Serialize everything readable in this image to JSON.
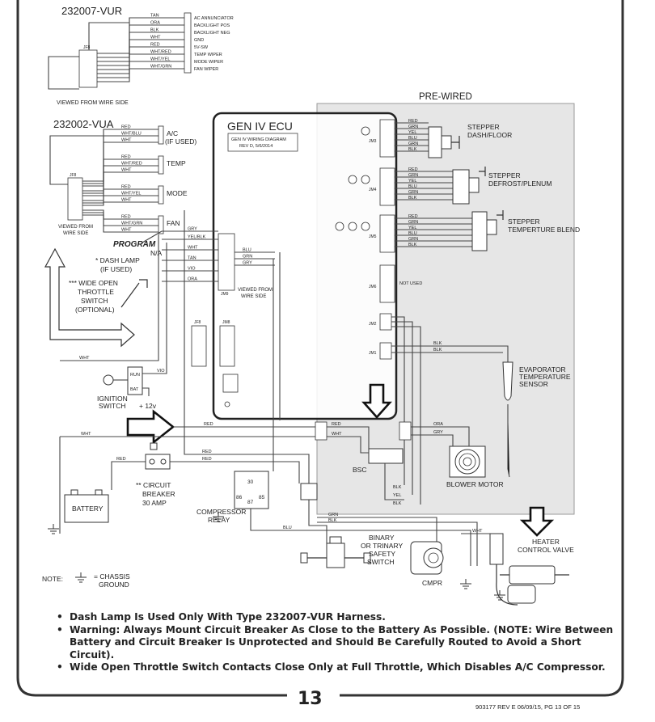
{
  "headers": {
    "vur": "232007-VUR",
    "vua": "232002-VUA",
    "prewired": "PRE-WIRED",
    "ecu": "GEN IV ECU",
    "ecu_box_line1": "GEN IV WIRING DIAGRAM",
    "ecu_box_line2": "REV D, 5/6/2014"
  },
  "vur": {
    "wires": [
      "TAN",
      "ORA",
      "BLK",
      "WHT",
      "RED",
      "WHT/RED",
      "WHT/YEL",
      "WHT/GRN"
    ],
    "functions": [
      "AC ANNUNCIATOR",
      "BACKLIGHT POS",
      "BACKLIGHT NEG",
      "GND",
      "5V-SW",
      "TEMP WIPER",
      "MODE WIPER",
      "FAN WIPER"
    ],
    "connector": "JF8",
    "view": "VIEWED FROM WIRE SIDE"
  },
  "vua": {
    "connector": "JF8",
    "view_1": "VIEWED FROM",
    "view_2": "WIRE SIDE",
    "groups": [
      {
        "name_1": "A/C",
        "name_2": "(IF USED)",
        "wires": [
          "RED",
          "WHT/BLU",
          "WHT"
        ]
      },
      {
        "name_1": "TEMP",
        "name_2": "",
        "wires": [
          "RED",
          "WHT/RED",
          "WHT"
        ]
      },
      {
        "name_1": "MODE",
        "name_2": "",
        "wires": [
          "RED",
          "WHT/YEL",
          "WHT"
        ]
      },
      {
        "name_1": "FAN",
        "name_2": "",
        "wires": [
          "RED",
          "WHT/GRN",
          "WHT"
        ]
      }
    ]
  },
  "left": {
    "program": "PROGRAM",
    "na": "N/A",
    "dash_lamp_1": "* DASH LAMP",
    "dash_lamp_2": "(IF USED)",
    "wot_1": "*** WIDE OPEN",
    "wot_2": "THROTTLE",
    "wot_3": "SWITCH",
    "wot_4": "(OPTIONAL)",
    "ignition_1": "IGNITION",
    "ignition_2": "SWITCH",
    "run": "RUN",
    "bat": "BAT",
    "plus12": "+ 12v",
    "battery": "BATTERY",
    "breaker_1": "** CIRCUIT",
    "breaker_2": "BREAKER",
    "breaker_3": "30 AMP",
    "relay_1": "COMPRESSOR",
    "relay_2": "RELAY",
    "relay_pins": [
      "30",
      "86",
      "87",
      "85"
    ],
    "note": "NOTE:",
    "chassis_1": "= CHASSIS",
    "chassis_2": "GROUND"
  },
  "ecu": {
    "jm9_wires_left": [
      "GRY",
      "YEL/BLK",
      "WHT",
      "TAN",
      "VIO",
      "ORA"
    ],
    "jm9_wires_right": [
      "BLU",
      "GRN",
      "GRY"
    ],
    "jm9": "JM9",
    "view_1": "VIEWED FROM",
    "view_2": "WIRE SIDE",
    "jf8": "JF8",
    "jm8": "JM8"
  },
  "prewired": {
    "jm3": "JM3",
    "jm4": "JM4",
    "jm5": "JM5",
    "jm6": "JM6",
    "jm2": "JM2",
    "jm1": "JM1",
    "jm3_wires": [
      "RED",
      "GRN",
      "YEL",
      "BLU",
      "GRN",
      "BLK"
    ],
    "jm4_wires": [
      "RED",
      "GRN",
      "YEL",
      "BLU",
      "GRN",
      "BLK"
    ],
    "jm5_wires": [
      "RED",
      "GRN",
      "YEL",
      "BLU",
      "GRN",
      "BLK"
    ],
    "not_used": "NOT USED",
    "blk": "BLK",
    "stepper1_1": "STEPPER",
    "stepper1_2": "DASH/FLOOR",
    "stepper2_1": "STEPPER",
    "stepper2_2": "DEFROST/PLENUM",
    "stepper3_1": "STEPPER",
    "stepper3_2": "TEMPERTURE BLEND",
    "evap_1": "EVAPORATOR",
    "evap_2": "TEMPERATURE",
    "evap_3": "SENSOR",
    "bsc": "BSC",
    "bsc_wires_in": [
      "RED",
      "WHT"
    ],
    "bsc_wires_out": [
      "ORA",
      "GRY"
    ],
    "bsc_wires_down": [
      "BLK",
      "YEL",
      "BLK"
    ],
    "blower": "BLOWER MOTOR"
  },
  "bottom": {
    "wires": [
      "RED",
      "WHT",
      "RED",
      "RED",
      "BLU",
      "GRN",
      "BLK",
      "WHT",
      "VIO",
      "WHT"
    ],
    "binary_1": "BINARY",
    "binary_2": "OR TRINARY",
    "binary_3": "SAFETY",
    "binary_4": "SWITCH",
    "cmpr": "CMPR",
    "heater_1": "HEATER",
    "heater_2": "CONTROL VALVE"
  },
  "notes": [
    "Dash Lamp Is Used Only With Type 232007-VUR Harness.",
    "Warning: Always Mount Circuit Breaker As Close to the Battery As Possible. (NOTE: Wire Between Battery and Circuit Breaker Is Unprotected and Should Be Carefully Routed to Avoid a Short Circuit).",
    "Wide Open Throttle Switch Contacts Close Only at Full Throttle, Which Disables A/C Compressor."
  ],
  "page_number": "13",
  "revision": "903177 REV E 06/09/15, PG 13 OF 15",
  "colors": {
    "ink": "#222222",
    "prewired_panel": "#e6e6e6",
    "page_border": "#333333"
  }
}
